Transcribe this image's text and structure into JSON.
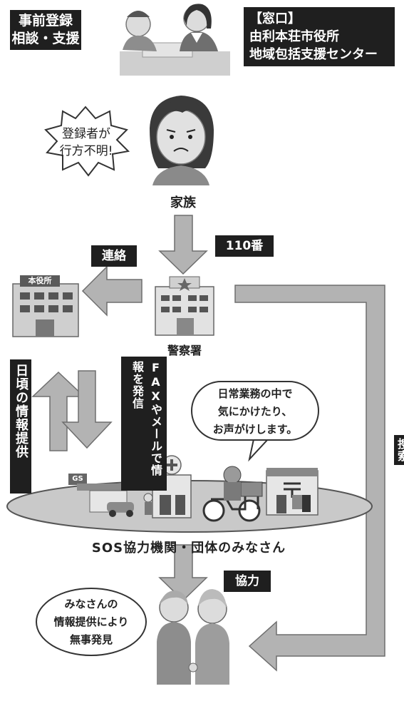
{
  "boxes": {
    "registration": [
      "事前登録",
      "相談・支援"
    ],
    "window": [
      "【窓口】",
      "由利本荘市役所",
      "地域包括支援センター"
    ],
    "contact": "連絡",
    "call": "110番",
    "daily_info": "日頃の情報提供",
    "fax_mail": "FAXやメールで情報を発信",
    "cooperation": "協力",
    "search_partial": "捜索"
  },
  "bubbles": {
    "missing": [
      "登録者が",
      "行方不明!"
    ],
    "watch": [
      "日常業務の中で",
      "気にかけたり、",
      "お声がけします。"
    ],
    "found": [
      "みなさんの",
      "情報提供により",
      "無事発見"
    ]
  },
  "labels": {
    "family": "家族",
    "police": "警察署",
    "city_hall_sign": "本役所",
    "network": "SOS協力機関・団体のみなさん",
    "gs_sign": "GS"
  },
  "colors": {
    "arrow": "#b3b3b3",
    "arrow_stroke": "#6e6e6e",
    "dark": "#1f1f1f",
    "ellipse": "#c9c9c9"
  }
}
